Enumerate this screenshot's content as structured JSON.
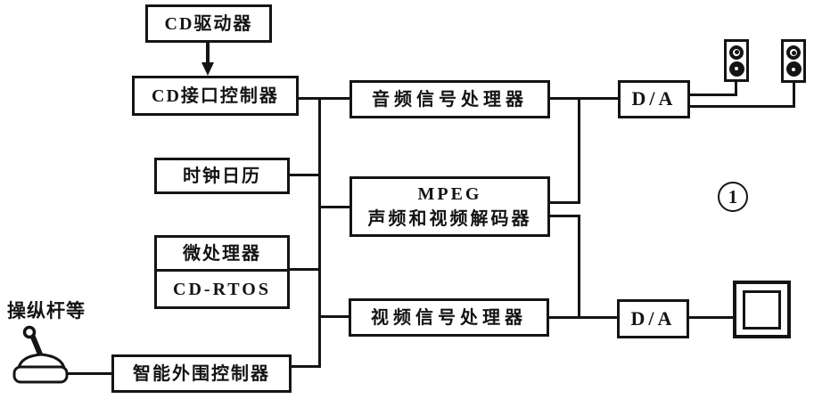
{
  "figure": {
    "annotation_label": "1",
    "joystick_label": "操纵杆等"
  },
  "nodes": {
    "cd_drive": "CD驱动器",
    "cd_interface_controller": "CD接口控制器",
    "clock_calendar": "时钟日历",
    "microprocessor": "微处理器",
    "cd_rtos": "CD-RTOS",
    "intelligent_peripheral_controller": "智能外围控制器",
    "audio_signal_processor": "音频信号处理器",
    "mpeg_decoder_line1": "MPEG",
    "mpeg_decoder_line2": "声频和视频解码器",
    "video_signal_processor": "视频信号处理器",
    "da_converter_audio": "D/A",
    "da_converter_video": "D/A"
  },
  "icons": {
    "speaker_left": "speaker-icon",
    "speaker_right": "speaker-icon",
    "monitor": "monitor-icon",
    "joystick": "joystick-icon",
    "arrow_down": "arrow-down-icon"
  },
  "colors": {
    "line": "#141414",
    "background": "#ffffff"
  }
}
